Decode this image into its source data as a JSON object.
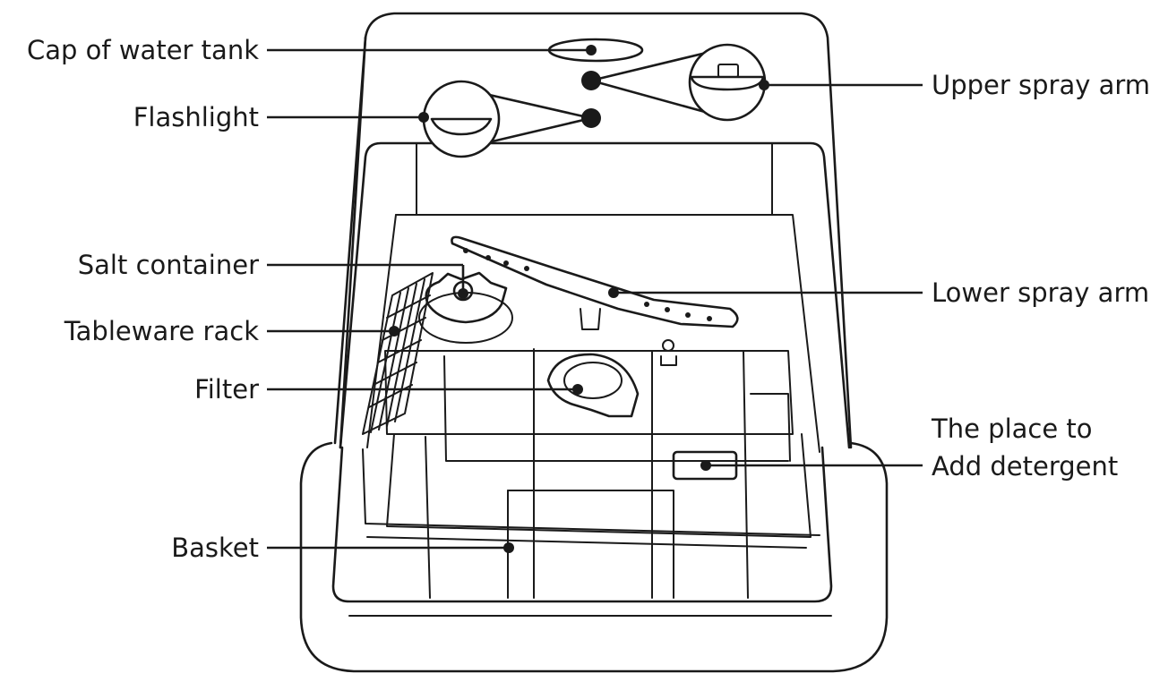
{
  "labels": {
    "cap_of_water_tank": "Cap of water tank",
    "flashlight": "Flashlight",
    "salt_container": "Salt container",
    "tableware_rack": "Tableware rack",
    "filter": "Filter",
    "basket": "Basket",
    "upper_spray_arm": "Upper spray arm",
    "lower_spray_arm": "Lower spray arm",
    "detergent_line1": "The place to",
    "detergent_line2": "Add detergent"
  },
  "colors": {
    "line": "#1a1a1a",
    "background": "#ffffff"
  }
}
